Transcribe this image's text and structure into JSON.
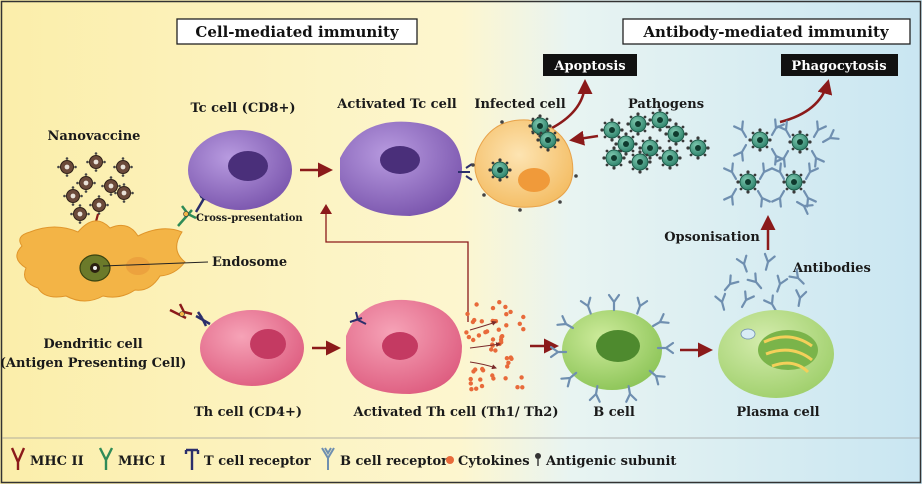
{
  "sections": {
    "left_title": "Cell-mediated immunity",
    "right_title": "Antibody-mediated immunity"
  },
  "labels": {
    "nanovaccine": "Nanovaccine",
    "tc_cell": "Tc cell (CD8+)",
    "activated_tc": "Activated Tc cell",
    "infected_cell": "Infected cell",
    "pathogens": "Pathogens",
    "apoptosis": "Apoptosis",
    "phagocytosis": "Phagocytosis",
    "cross_presentation": "Cross-presentation",
    "endosome": "Endosome",
    "dendritic_line1": "Dendritic cell",
    "dendritic_line2": "(Antigen Presenting Cell)",
    "th_cell": "Th cell (CD4+)",
    "activated_th": "Activated Th cell (Th1/ Th2)",
    "b_cell": "B cell",
    "plasma_cell": "Plasma cell",
    "opsonisation": "Opsonisation",
    "antibodies": "Antibodies"
  },
  "legend": [
    {
      "label": "MHC II",
      "icon": "mhc-ii-icon",
      "color": "#8b1a1a"
    },
    {
      "label": "MHC I",
      "icon": "mhc-i-icon",
      "color": "#2e8b57"
    },
    {
      "label": "T cell receptor",
      "icon": "t-cell-receptor-icon",
      "color": "#2b2f6b"
    },
    {
      "label": "B cell receptor",
      "icon": "b-cell-receptor-icon",
      "color": "#6f8fb0"
    },
    {
      "label": "Cytokines",
      "icon": "cytokine-dot-icon",
      "color": "#e86a3a"
    },
    {
      "label": "Antigenic subunit",
      "icon": "antigenic-subunit-icon",
      "color": "#333333"
    }
  ],
  "colors": {
    "left_bg": "#fbf0b0",
    "right_bg": "#d8eef6",
    "arrow": "#8b1a1a",
    "tc_cell": "#8e6cc0",
    "th_cell": "#e56f8e",
    "b_cell": "#9fd26a",
    "dendritic": "#f2b446",
    "cytokine": "#e86a3a"
  }
}
